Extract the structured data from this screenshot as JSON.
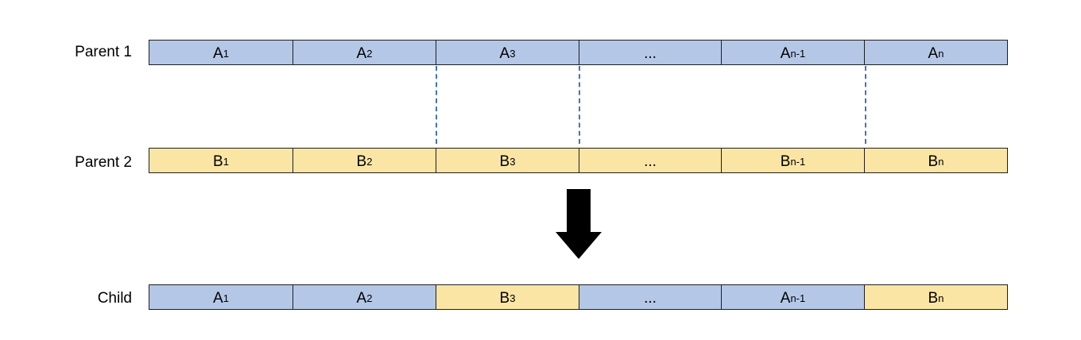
{
  "colors": {
    "parent_a": "#b4c7e7",
    "parent_b": "#fbe5a4",
    "crossover_line": "#4472c4"
  },
  "rows": [
    {
      "label": "Parent 1",
      "cells": [
        {
          "base": "A",
          "sub": "1",
          "color": "#b4c7e7"
        },
        {
          "base": "A",
          "sub": "2",
          "color": "#b4c7e7"
        },
        {
          "base": "A",
          "sub": "3",
          "color": "#b4c7e7"
        },
        {
          "base": "...",
          "sub": "",
          "color": "#b4c7e7"
        },
        {
          "base": "A",
          "sub": "n-1",
          "color": "#b4c7e7"
        },
        {
          "base": "A",
          "sub": "n",
          "color": "#b4c7e7"
        }
      ]
    },
    {
      "label": "Parent 2",
      "cells": [
        {
          "base": "B",
          "sub": "1",
          "color": "#fbe5a4"
        },
        {
          "base": "B",
          "sub": "2",
          "color": "#fbe5a4"
        },
        {
          "base": "B",
          "sub": "3",
          "color": "#fbe5a4"
        },
        {
          "base": "...",
          "sub": "",
          "color": "#fbe5a4"
        },
        {
          "base": "B",
          "sub": "n-1",
          "color": "#fbe5a4"
        },
        {
          "base": "B",
          "sub": "n",
          "color": "#fbe5a4"
        }
      ]
    },
    {
      "label": "Child",
      "cells": [
        {
          "base": "A",
          "sub": "1",
          "color": "#b4c7e7"
        },
        {
          "base": "A",
          "sub": "2",
          "color": "#b4c7e7"
        },
        {
          "base": "B",
          "sub": "3",
          "color": "#fbe5a4"
        },
        {
          "base": "...",
          "sub": "",
          "color": "#b4c7e7"
        },
        {
          "base": "A",
          "sub": "n-1",
          "color": "#b4c7e7"
        },
        {
          "base": "B",
          "sub": "n",
          "color": "#fbe5a4"
        }
      ]
    }
  ]
}
